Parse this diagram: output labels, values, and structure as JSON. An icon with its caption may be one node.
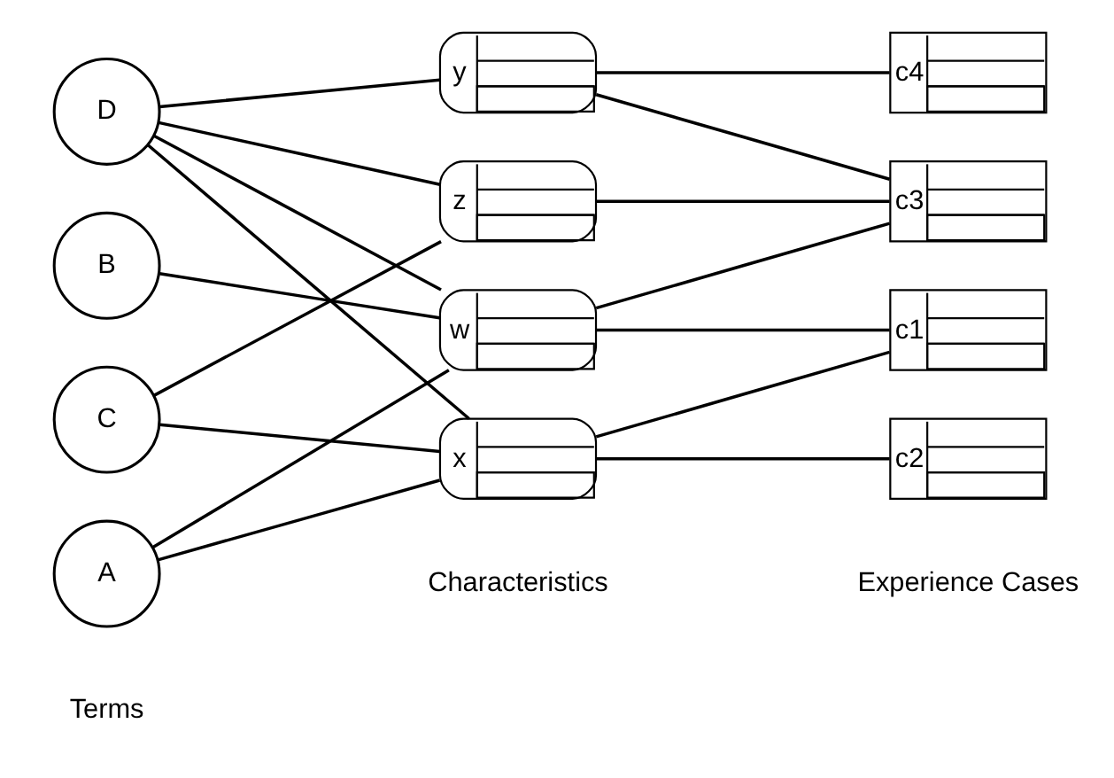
{
  "diagram": {
    "nodes": [
      {
        "text": [
          "A"
        ]
      },
      {
        "text": [
          "B"
        ]
      },
      {
        "text": [
          "C"
        ]
      },
      {
        "text": [
          "D"
        ]
      },
      {
        "text": [
          "w"
        ]
      },
      {
        "text": [
          "x"
        ]
      },
      {
        "text": [
          "y"
        ]
      },
      {
        "text": [
          "z"
        ]
      },
      {
        "text": [
          "c1"
        ]
      },
      {
        "text": [
          "c2"
        ]
      },
      {
        "text": [
          "c3"
        ]
      },
      {
        "text": [
          "c4"
        ]
      }
    ],
    "edges": [
      {
        "from": 0,
        "to": 4,
        "arrow": "none"
      },
      {
        "from": 0,
        "to": 5,
        "arrow": "none"
      },
      {
        "from": 1,
        "to": 4,
        "arrow": "none"
      },
      {
        "from": 2,
        "to": 5,
        "arrow": "none"
      },
      {
        "from": 2,
        "to": 7,
        "arrow": "none"
      },
      {
        "from": 3,
        "to": 4,
        "arrow": "none"
      },
      {
        "from": 3,
        "to": 5,
        "arrow": "none"
      },
      {
        "from": 3,
        "to": 6,
        "arrow": "none"
      },
      {
        "from": 3,
        "to": 7,
        "arrow": "none"
      },
      {
        "from": 4,
        "to": 8,
        "arrow": "none"
      },
      {
        "from": 4,
        "to": 10,
        "arrow": "none"
      },
      {
        "from": 5,
        "to": 8,
        "arrow": "none"
      },
      {
        "from": 5,
        "to": 9,
        "arrow": "none"
      },
      {
        "from": 6,
        "to": 10,
        "arrow": "none"
      },
      {
        "from": 6,
        "to": 11,
        "arrow": "none"
      },
      {
        "from": 7,
        "to": 10,
        "arrow": "none"
      }
    ],
    "labels": [
      "Terms",
      "Characteristics",
      "Experience Cases"
    ]
  }
}
